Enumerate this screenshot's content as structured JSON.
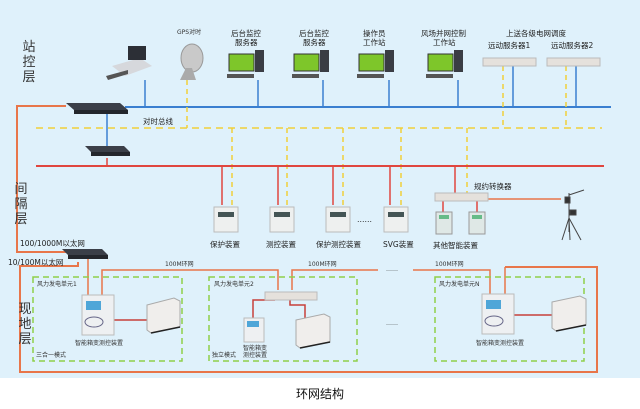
{
  "caption": "环网结构",
  "layers": {
    "station": "站控层",
    "bay": "间隔层",
    "field": "现地层"
  },
  "station_devices": {
    "gps": "GPS对时",
    "backend1": [
      "后台监控",
      "服务器"
    ],
    "backend2": [
      "后台监控",
      "服务器"
    ],
    "operator": [
      "操作员",
      "工作站"
    ],
    "windfarm": [
      "风场并网控制",
      "工作站"
    ],
    "upload_title": "上送各级电网调度",
    "telecontrol1": "远动服务器1",
    "telecontrol2": "远动服务器2"
  },
  "bus": {
    "timing_bus": "对时总线"
  },
  "bay_devices": {
    "protection": "保护装置",
    "measure": "测控装置",
    "prot_measure": "保护测控装置",
    "ellipsis": "……",
    "svg": "SVG装置",
    "protocol_converter": "规约转换器",
    "other_smart": "其他智能装置"
  },
  "network": {
    "eth_1000": "100/1000M以太网",
    "eth_100": "10/100M以太网",
    "ring1": "100M环网",
    "ring2": "100M环网",
    "ring3": "100M环网",
    "ring_ellipsis": "……",
    "unit_ellipsis": "……"
  },
  "units": [
    {
      "title": "风力发电单元1",
      "device": "智能箱变测控装置",
      "mode": "三合一模式"
    },
    {
      "title": "风力发电单元2",
      "device": [
        "智能箱变",
        "测控装置"
      ],
      "mode": "独立模式"
    },
    {
      "title": "风力发电单元N",
      "device": "智能箱变测控装置",
      "mode": ""
    }
  ],
  "colors": {
    "background": "#dff1fb",
    "station_bus": "#3a7fd0",
    "bay_bus": "#e0463f",
    "timing_bus": "#f0cf3a",
    "ethernet": "#e8764a",
    "unit_border": "#8fcf4a"
  }
}
